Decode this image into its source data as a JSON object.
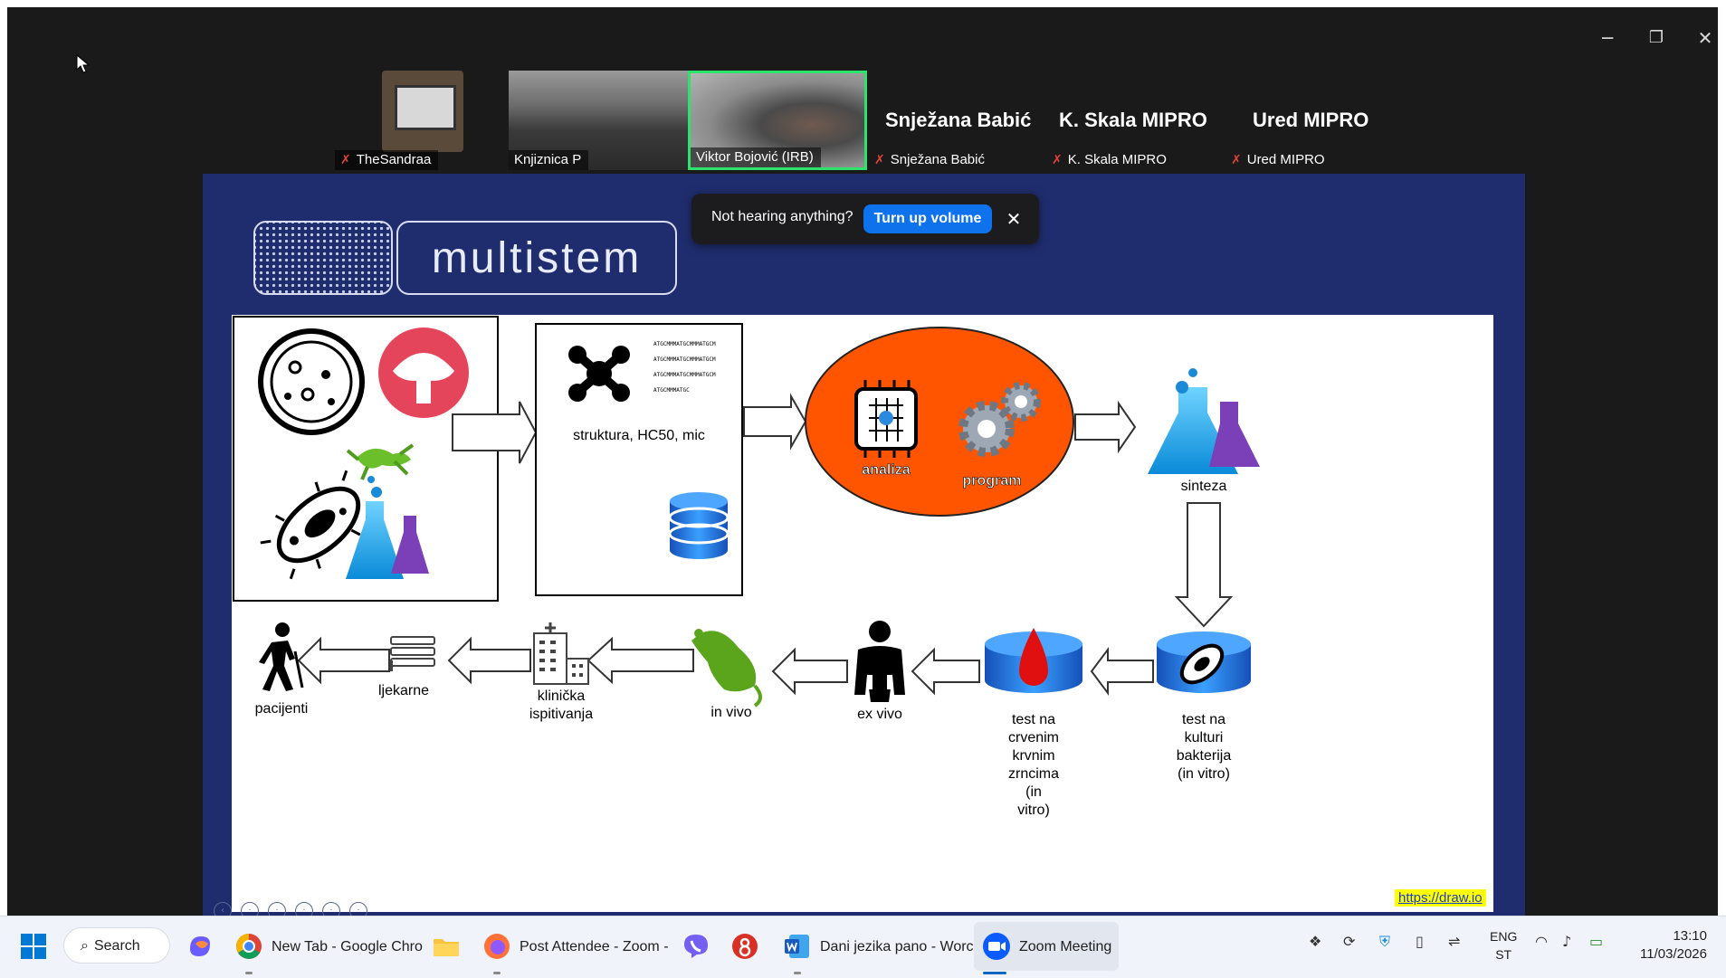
{
  "window": {
    "minimize_glyph": "─",
    "restore_glyph": "❐",
    "close_glyph": "✕"
  },
  "participants": [
    {
      "caption": "TheSandraa",
      "muted": true
    },
    {
      "caption": "Knjiznica P",
      "muted": false
    },
    {
      "caption": "Viktor Bojović (IRB)",
      "muted": false,
      "speaking": true
    },
    {
      "name": "Snježana Babić",
      "caption": "Snježana Babić",
      "muted": true
    },
    {
      "name": "K. Skala  MIPRO",
      "caption": "K. Skala  MIPRO",
      "muted": true
    },
    {
      "name": "Ured MIPRO",
      "caption": "Ured MIPRO",
      "muted": true
    }
  ],
  "slide": {
    "logo_text": "multistem",
    "labels": {
      "struktura": "struktura, HC50, mic",
      "analiza": "analiza",
      "program": "program",
      "sinteza": "sinteza",
      "test_bakterija": [
        "test na",
        "kulturi",
        "bakterija",
        "(in vitro)"
      ],
      "test_krv": [
        "test na",
        "crvenim",
        "krvnim",
        "zrncima",
        "(in",
        "vitro)"
      ],
      "ex_vivo": "ex vivo",
      "in_vivo": "in vivo",
      "klinicka": [
        "klinička",
        "ispitivanja"
      ],
      "ljekarne": "ljekarne",
      "pacijenti": "pacijenti"
    },
    "sequence_lines": [
      "ATGCMMMATGCMMMATGCM",
      "ATGCMMMATGCMMMATGCM",
      "ATGCMMMATGCMMMATGCM",
      "ATGCMMMATGC"
    ],
    "drawio_link": "https://draw.io"
  },
  "notification": {
    "text": "Not hearing anything?",
    "button": "Turn up volume",
    "close": "✕"
  },
  "taskbar": {
    "search": "Search",
    "apps": [
      {
        "label": "New Tab - Google Chro"
      },
      {
        "label": "Post Attendee - Zoom -"
      },
      {
        "label": "Dani jezika pano - Worc"
      },
      {
        "label": "Zoom Meeting",
        "active": true
      }
    ],
    "language": [
      "ENG",
      "ST"
    ],
    "time": "13:10",
    "date": "11/03/2026"
  },
  "colors": {
    "slide_bg": "#1f2d6e",
    "accent_orange": "#ff5500",
    "speaker_border": "#2ee36b",
    "zoom_blue": "#0e72ed",
    "link_highlight": "#ffff00"
  }
}
